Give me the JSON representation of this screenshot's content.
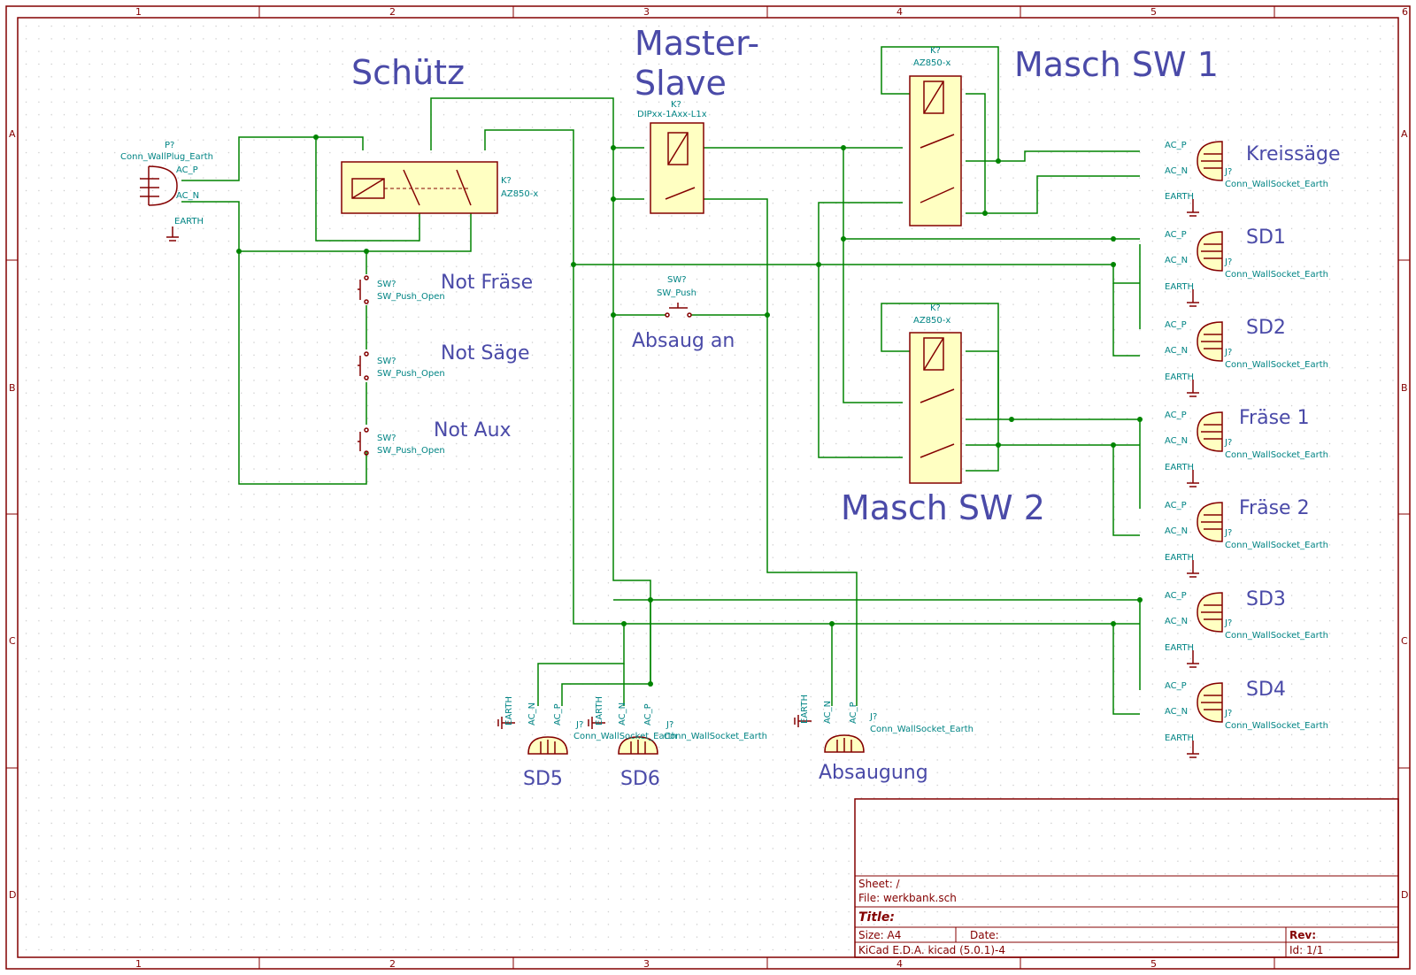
{
  "frame": {
    "columns": [
      "1",
      "2",
      "3",
      "4",
      "5",
      "6"
    ],
    "rows": [
      "A",
      "B",
      "C",
      "D"
    ]
  },
  "labels": {
    "schuetz": "Schütz",
    "master": "Master-",
    "slave": "Slave",
    "masch_sw1": "Masch SW 1",
    "masch_sw2": "Masch SW 2",
    "kreissaege": "Kreissäge",
    "sd1": "SD1",
    "sd2": "SD2",
    "fraese1": "Fräse 1",
    "fraese2": "Fräse 2",
    "sd3": "SD3",
    "sd4": "SD4",
    "sd5": "SD5",
    "sd6": "SD6",
    "absaugung": "Absaugung",
    "not_fraese": "Not Fräse",
    "not_saege": "Not Säge",
    "not_aux": "Not Aux",
    "absaug_an": "Absaug an"
  },
  "components": {
    "plug_ref": "P?",
    "plug_value": "Conn_WallPlug_Earth",
    "relay_ref": "K?",
    "relay_value": "AZ850-x",
    "ms_ref": "K?",
    "ms_value": "DIPxx-1Axx-L1x",
    "sw_ref": "SW?",
    "sw_value": "SW_Push_Open",
    "push_ref": "SW?",
    "push_value": "SW_Push",
    "socket_ref": "J?",
    "socket_value": "Conn_WallSocket_Earth"
  },
  "pins": {
    "ac_p": "AC_P",
    "ac_n": "AC_N",
    "earth": "EARTH"
  },
  "title_block": {
    "sheet": "Sheet: /",
    "file": "File: werkbank.sch",
    "title": "Title:",
    "size": "Size: A4",
    "date": "Date:",
    "rev": "Rev:",
    "kicad": "KiCad E.D.A.  kicad (5.0.1)-4",
    "id": "Id: 1/1"
  }
}
